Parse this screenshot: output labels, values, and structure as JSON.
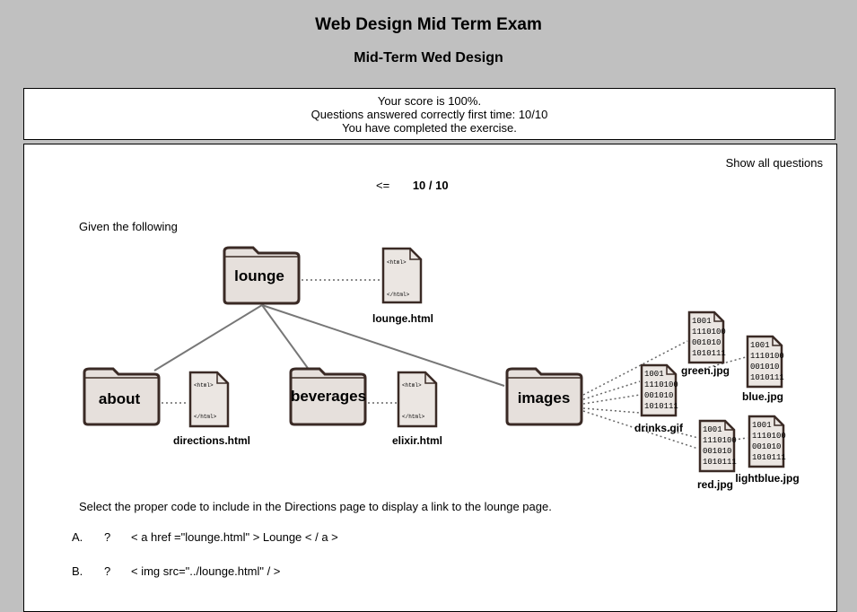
{
  "header": {
    "title": "Web Design Mid Term Exam",
    "subtitle": "Mid-Term Wed Design"
  },
  "score": {
    "line1": "Your score is 100%.",
    "line2": "Questions answered correctly first time: 10/10",
    "line3": "You have completed the exercise."
  },
  "controls": {
    "show_all": "Show all questions",
    "prev": "<=",
    "counter": "10 / 10"
  },
  "question": {
    "intro": "Given the following",
    "prompt": "Select the proper code to include in the Directions page to display a link to the lounge page.",
    "options": [
      {
        "letter": "A.",
        "mark": "?",
        "text": "< a href =\"lounge.html\" > Lounge < / a >"
      },
      {
        "letter": "B.",
        "mark": "?",
        "text": "< img src=\"../lounge.html\" / >"
      }
    ]
  },
  "diagram": {
    "folders": {
      "lounge": "lounge",
      "about": "about",
      "beverages": "beverages",
      "images": "images"
    },
    "files": {
      "lounge": "lounge.html",
      "directions": "directions.html",
      "elixir": "elixir.html",
      "green": "green.jpg",
      "blue": "blue.jpg",
      "drinks": "drinks.gif",
      "red": "red.jpg",
      "lightblue": "lightblue.jpg"
    },
    "html_open": "<html>",
    "html_close": "</html>",
    "binary": [
      "1001",
      "1110100",
      "001010",
      "1010111"
    ]
  }
}
